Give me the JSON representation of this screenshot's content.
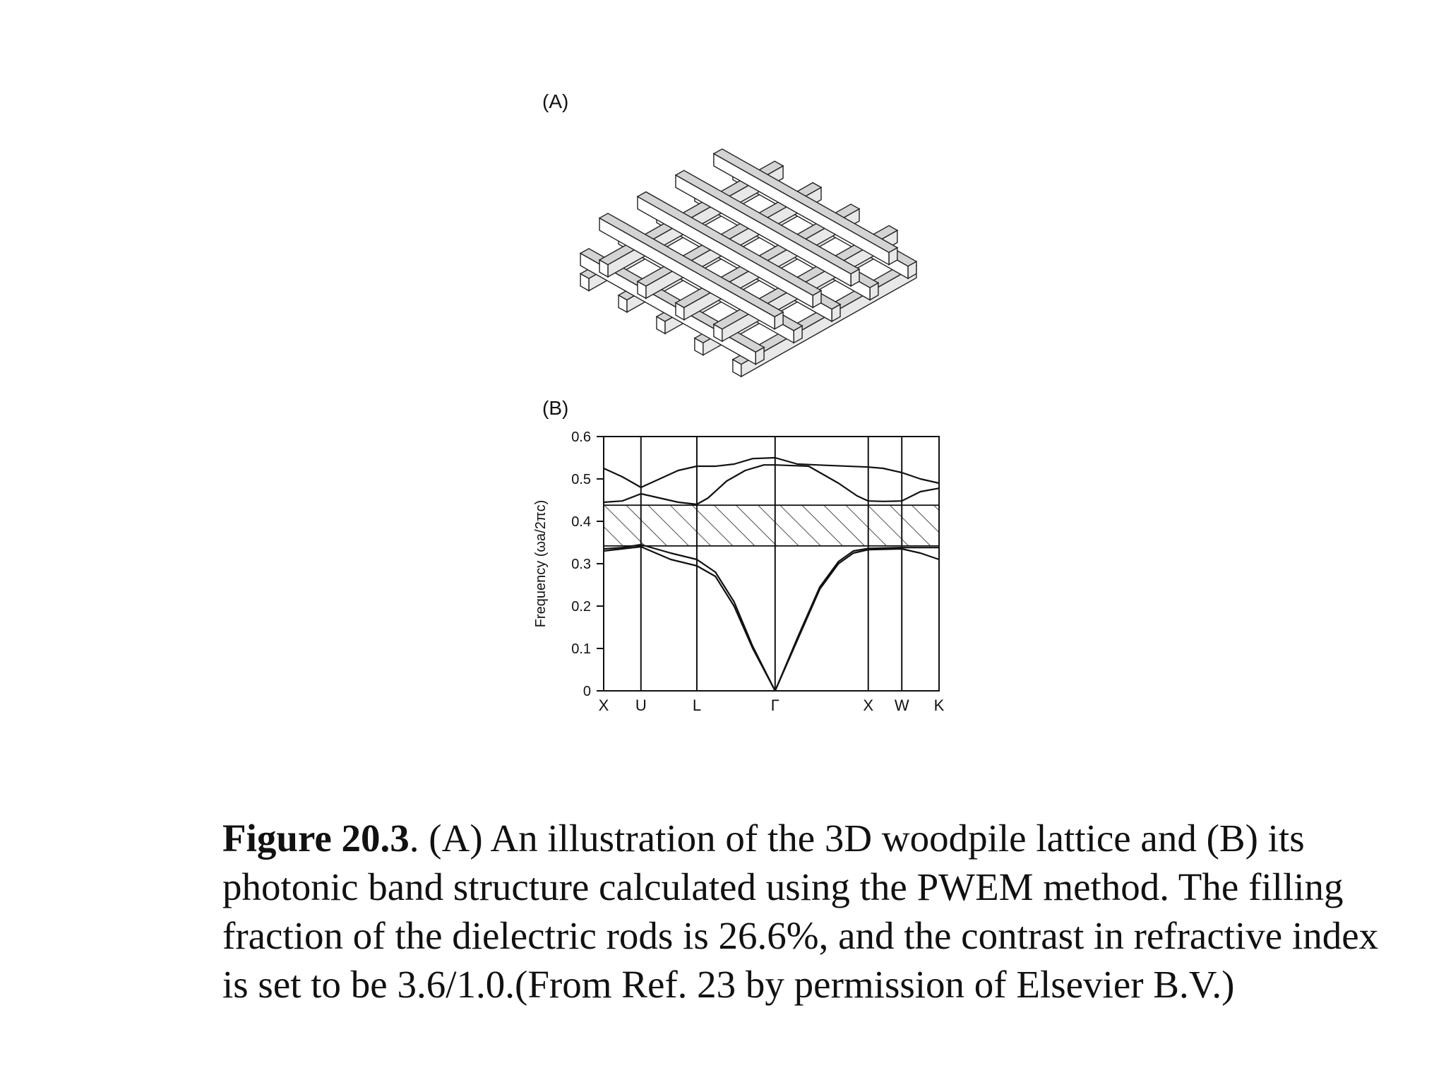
{
  "figure": {
    "panel_a_label": "(A)",
    "panel_b_label": "(B)",
    "caption_label": "Figure 20.3",
    "caption_text": ". (A) An illustration of the 3D woodpile lattice and (B) its photonic band structure calculated using the PWEM method. The filling fraction of the dielectric rods is 26.6%, and the contrast in refractive index is set to be 3.6/1.0.(From Ref. 23 by permission of Elsevier B.V.)"
  },
  "chart_data": {
    "type": "line",
    "title": "",
    "xlabel": "",
    "ylabel": "Frequency (ωa/2πc)",
    "ylim": [
      0,
      0.6
    ],
    "yticks": [
      "0",
      "0.1",
      "0.2",
      "0.3",
      "0.4",
      "0.5",
      "0.6"
    ],
    "k_points": [
      {
        "label": "X",
        "x": 0
      },
      {
        "label": "U",
        "x": 1
      },
      {
        "label": "L",
        "x": 2.5
      },
      {
        "label": "Γ",
        "x": 4.6
      },
      {
        "label": "X",
        "x": 7.1
      },
      {
        "label": "W",
        "x": 8
      },
      {
        "label": "K",
        "x": 9
      }
    ],
    "band_gap": [
      0.342,
      0.438
    ],
    "series": [
      {
        "x": [
          0,
          0.5,
          1,
          1.8,
          2.5,
          3.0,
          3.5,
          4.0,
          4.6
        ],
        "values": [
          0.33,
          0.335,
          0.34,
          0.31,
          0.295,
          0.27,
          0.2,
          0.1,
          0.0
        ]
      },
      {
        "x": [
          0,
          0.5,
          1,
          1.8,
          2.5,
          3.0,
          3.5,
          4.0,
          4.6
        ],
        "values": [
          0.335,
          0.338,
          0.345,
          0.325,
          0.31,
          0.28,
          0.21,
          0.105,
          0.0
        ]
      },
      {
        "x": [
          4.6,
          5.2,
          5.8,
          6.3,
          6.7,
          7.1,
          7.5,
          8.0,
          8.5,
          9.0
        ],
        "values": [
          0.0,
          0.12,
          0.24,
          0.3,
          0.325,
          0.333,
          0.334,
          0.335,
          0.325,
          0.31
        ]
      },
      {
        "x": [
          4.6,
          5.2,
          5.8,
          6.3,
          6.7,
          7.1,
          7.5,
          8.0,
          8.5,
          9.0
        ],
        "values": [
          0.0,
          0.125,
          0.245,
          0.305,
          0.33,
          0.336,
          0.337,
          0.338,
          0.338,
          0.338
        ]
      },
      {
        "x": [
          0,
          0.5,
          1,
          1.5,
          2.0,
          2.5,
          3.0,
          3.5,
          4.0,
          4.6,
          5.2,
          6.0,
          7.1,
          7.5,
          8.0,
          8.5,
          9.0
        ],
        "values": [
          0.525,
          0.505,
          0.48,
          0.5,
          0.52,
          0.53,
          0.53,
          0.535,
          0.548,
          0.55,
          0.535,
          0.532,
          0.528,
          0.525,
          0.515,
          0.5,
          0.49
        ]
      },
      {
        "x": [
          0,
          0.5,
          1,
          1.5,
          2.0,
          2.5,
          2.8,
          3.3,
          3.8,
          4.3,
          4.6,
          5.5,
          6.3,
          6.8,
          7.1,
          7.5,
          8.0,
          8.5,
          9.0
        ],
        "values": [
          0.445,
          0.448,
          0.465,
          0.455,
          0.445,
          0.44,
          0.455,
          0.495,
          0.52,
          0.533,
          0.533,
          0.53,
          0.49,
          0.46,
          0.448,
          0.447,
          0.448,
          0.47,
          0.478
        ]
      }
    ]
  }
}
